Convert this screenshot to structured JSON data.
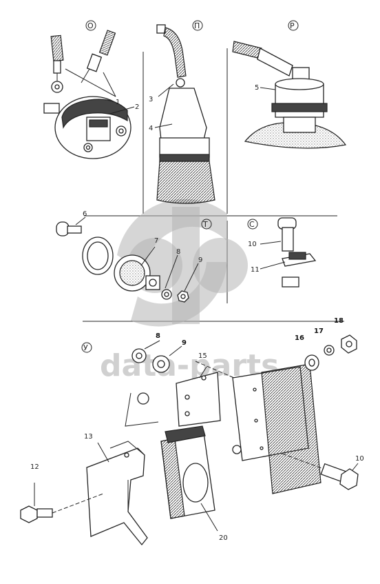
{
  "sections": {
    "o": "О",
    "p": "П",
    "r": "Р",
    "t": "Т",
    "s": "С",
    "u": "У"
  },
  "callouts": {
    "c1": "1",
    "c2": "2",
    "c3": "3",
    "c4": "4",
    "c5": "5",
    "c6": "6",
    "c7": "7",
    "c8a": "8",
    "c9a": "9",
    "c10a": "10",
    "c11": "11",
    "c8b": "8",
    "c9b": "9",
    "c15": "15",
    "c16": "16",
    "c17": "17",
    "c18": "18",
    "c12": "12",
    "c13": "13",
    "c20": "20",
    "c10b": "10"
  },
  "watermark": {
    "text": "data-parts"
  }
}
